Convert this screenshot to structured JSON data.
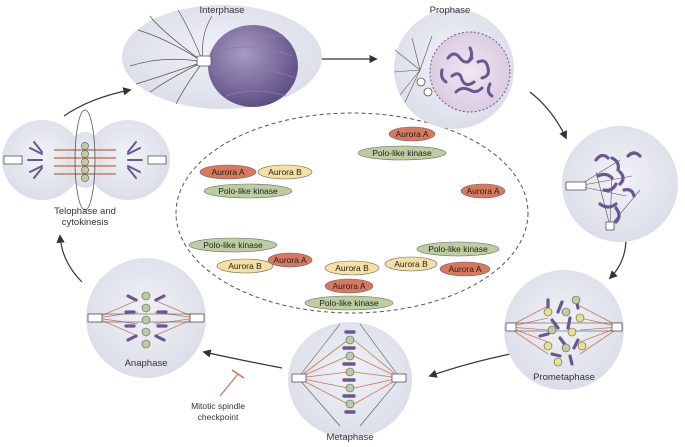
{
  "stages": {
    "interphase": "Interphase",
    "prophase": "Prophase",
    "prometaphase": "Prometaphase",
    "metaphase": "Metaphase",
    "anaphase": "Anaphase",
    "telophase_line1": "Telophase and",
    "telophase_line2": "cytokinesis"
  },
  "checkpoint": {
    "line1": "Mitotic spindle",
    "line2": "checkpoint"
  },
  "kinases": [
    {
      "label": "Aurora A",
      "kind": "aurora-a"
    },
    {
      "label": "Polo-like kinase",
      "kind": "plk"
    },
    {
      "label": "Aurora A",
      "kind": "aurora-a"
    },
    {
      "label": "Aurora B",
      "kind": "aurora-b"
    },
    {
      "label": "Polo-like kinase",
      "kind": "plk"
    },
    {
      "label": "Aurora A",
      "kind": "aurora-a"
    },
    {
      "label": "Polo-like kinase",
      "kind": "plk"
    },
    {
      "label": "Aurora B",
      "kind": "aurora-b"
    },
    {
      "label": "Aurora A",
      "kind": "aurora-a"
    },
    {
      "label": "Polo-like kinase",
      "kind": "plk"
    },
    {
      "label": "Aurora B",
      "kind": "aurora-b"
    },
    {
      "label": "Aurora A",
      "kind": "aurora-a"
    },
    {
      "label": "Aurora B",
      "kind": "aurora-b"
    },
    {
      "label": "Aurora A",
      "kind": "aurora-a"
    },
    {
      "label": "Polo-like kinase",
      "kind": "plk"
    }
  ],
  "colors": {
    "aurora-a": "#d9785c",
    "aurora-b": "#f6dfa0",
    "plk": "#bccd9f",
    "cell": "#e1e4ee",
    "nucleus": "#6e5e92",
    "chromosome": "#6b568f",
    "spindle": "#c9785a",
    "arrow": "#333333"
  }
}
